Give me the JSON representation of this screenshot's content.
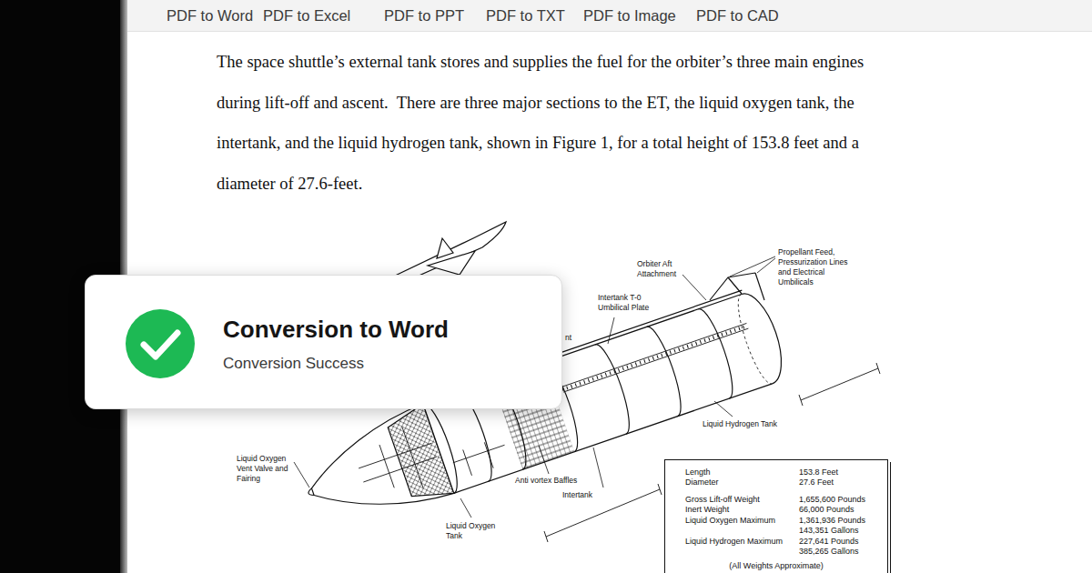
{
  "diagram": {
    "nodes": [
      {
        "text": [
          "Conversion to Word",
          "Conversion Success"
        ]
      },
      {
        "text": [
          "Length",
          "153.8 Feet",
          "Diameter",
          "27.6 Feet",
          "Gross Lift-off Weight",
          "1,655,600 Pounds",
          "Inert Weight",
          "66,000 Pounds",
          "Liquid Oxygen Maximum",
          "1,361,936 Pounds",
          "143,351 Gallons",
          "Liquid Hydrogen Maximum",
          "227,641 Pounds",
          "385,265 Gallons",
          "(All Weights Approximate)"
        ]
      }
    ],
    "labels": [
      "PDF to Word",
      "PDF to Excel",
      "PDF to PPT",
      "PDF to TXT",
      "PDF to Image",
      "PDF to CAD",
      "The space shuttle’s external tank stores and supplies the fuel for the orbiter’s three main engines during lift-off and ascent.  There are three major sections to the ET, the liquid oxygen tank, the intertank, and the liquid hydrogen tank, shown in Figure 1, for a total height of 153.8 feet and a diameter of 27.6-feet.",
      "Orbiter Aft Attachment",
      "Propellant Feed, Pressurization Lines and Electrical Umbilicals",
      "Intertank T-0 Umbilical Plate",
      "nt",
      "Liquid Hydrogen Tank",
      "Liquid Oxygen Vent Valve and Fairing",
      "Anti vortex Baffles",
      "Intertank",
      "Liquid Oxygen Tank"
    ]
  }
}
